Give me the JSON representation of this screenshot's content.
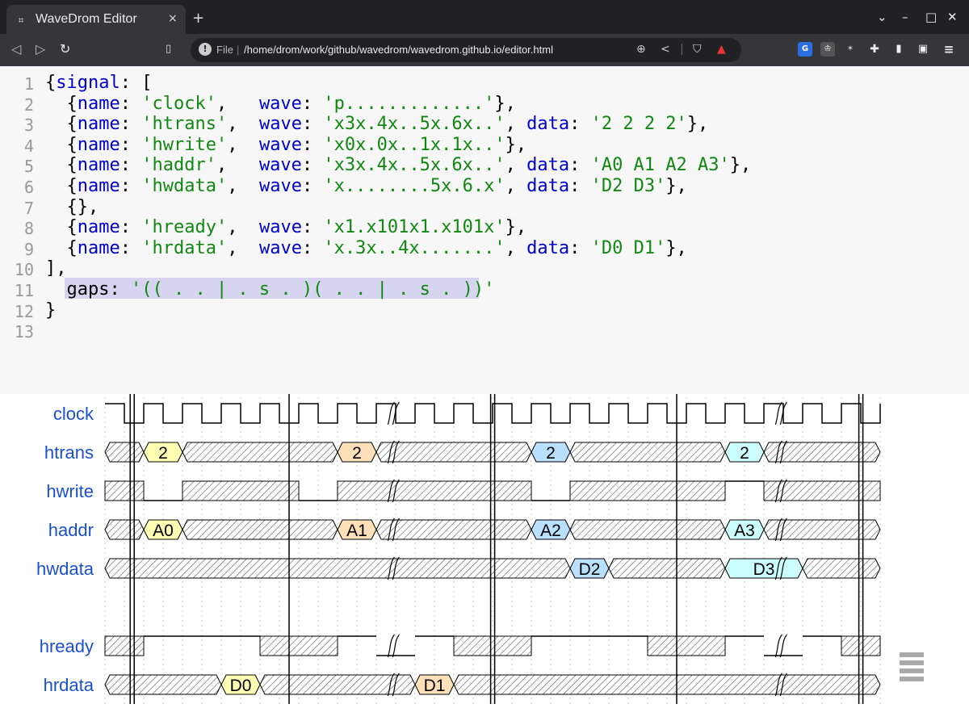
{
  "window": {
    "tab_title": "WaveDrom Editor",
    "tab_close": "×",
    "new_tab": "+",
    "controls": [
      "⌄",
      "–",
      "□",
      "✕"
    ]
  },
  "toolbar": {
    "back": "◁",
    "forward": "▷",
    "reload": "↻",
    "bookmark": "🔖",
    "scheme": "File",
    "url": "/home/drom/work/github/wavedrom/wavedrom.github.io/editor.html"
  },
  "editor": {
    "line_numbers": [
      "1",
      "2",
      "3",
      "4",
      "5",
      "6",
      "7",
      "8",
      "9",
      "10",
      "11",
      "12",
      "13"
    ],
    "lines": [
      [
        [
          "p",
          "{"
        ],
        [
          "k",
          "signal"
        ],
        [
          "p",
          ": ["
        ]
      ],
      [
        [
          "p",
          "  {"
        ],
        [
          "k",
          "name"
        ],
        [
          "p",
          ": "
        ],
        [
          "s",
          "'clock'"
        ],
        [
          "p",
          ",   "
        ],
        [
          "k",
          "wave"
        ],
        [
          "p",
          ": "
        ],
        [
          "s",
          "'p.............'"
        ],
        [
          "p",
          "},"
        ]
      ],
      [
        [
          "p",
          "  {"
        ],
        [
          "k",
          "name"
        ],
        [
          "p",
          ": "
        ],
        [
          "s",
          "'htrans'"
        ],
        [
          "p",
          ",  "
        ],
        [
          "k",
          "wave"
        ],
        [
          "p",
          ": "
        ],
        [
          "s",
          "'x3x.4x..5x.6x..'"
        ],
        [
          "p",
          ", "
        ],
        [
          "k",
          "data"
        ],
        [
          "p",
          ": "
        ],
        [
          "s",
          "'2 2 2 2'"
        ],
        [
          "p",
          "},"
        ]
      ],
      [
        [
          "p",
          "  {"
        ],
        [
          "k",
          "name"
        ],
        [
          "p",
          ": "
        ],
        [
          "s",
          "'hwrite'"
        ],
        [
          "p",
          ",  "
        ],
        [
          "k",
          "wave"
        ],
        [
          "p",
          ": "
        ],
        [
          "s",
          "'x0x.0x..1x.1x..'"
        ],
        [
          "p",
          "},"
        ]
      ],
      [
        [
          "p",
          "  {"
        ],
        [
          "k",
          "name"
        ],
        [
          "p",
          ": "
        ],
        [
          "s",
          "'haddr'"
        ],
        [
          "p",
          ",   "
        ],
        [
          "k",
          "wave"
        ],
        [
          "p",
          ": "
        ],
        [
          "s",
          "'x3x.4x..5x.6x..'"
        ],
        [
          "p",
          ", "
        ],
        [
          "k",
          "data"
        ],
        [
          "p",
          ": "
        ],
        [
          "s",
          "'A0 A1 A2 A3'"
        ],
        [
          "p",
          "},"
        ]
      ],
      [
        [
          "p",
          "  {"
        ],
        [
          "k",
          "name"
        ],
        [
          "p",
          ": "
        ],
        [
          "s",
          "'hwdata'"
        ],
        [
          "p",
          ",  "
        ],
        [
          "k",
          "wave"
        ],
        [
          "p",
          ": "
        ],
        [
          "s",
          "'x........5x.6.x'"
        ],
        [
          "p",
          ", "
        ],
        [
          "k",
          "data"
        ],
        [
          "p",
          ": "
        ],
        [
          "s",
          "'D2 D3'"
        ],
        [
          "p",
          "},"
        ]
      ],
      [
        [
          "p",
          "  {},"
        ]
      ],
      [
        [
          "p",
          "  {"
        ],
        [
          "k",
          "name"
        ],
        [
          "p",
          ": "
        ],
        [
          "s",
          "'hready'"
        ],
        [
          "p",
          ",  "
        ],
        [
          "k",
          "wave"
        ],
        [
          "p",
          ": "
        ],
        [
          "s",
          "'x1.x101x1.x101x'"
        ],
        [
          "p",
          "},"
        ]
      ],
      [
        [
          "p",
          "  {"
        ],
        [
          "k",
          "name"
        ],
        [
          "p",
          ": "
        ],
        [
          "s",
          "'hrdata'"
        ],
        [
          "p",
          ",  "
        ],
        [
          "k",
          "wave"
        ],
        [
          "p",
          ": "
        ],
        [
          "s",
          "'x.3x..4x.......'"
        ],
        [
          "p",
          ", "
        ],
        [
          "k",
          "data"
        ],
        [
          "p",
          ": "
        ],
        [
          "s",
          "'D0 D1'"
        ],
        [
          "p",
          "},"
        ]
      ],
      [
        [
          "p",
          "],"
        ]
      ],
      [
        [
          "p",
          "  "
        ],
        [
          "p",
          "gaps: "
        ],
        [
          "s",
          "'(( . . | . s . )( . . | . s . ))'"
        ]
      ],
      [
        [
          "p",
          "}"
        ]
      ],
      [
        [
          "p",
          ""
        ]
      ]
    ]
  },
  "diagram": {
    "signals": [
      "clock",
      "htrans",
      "hwrite",
      "haddr",
      "hwdata",
      "",
      "hready",
      "hrdata"
    ],
    "labels": {
      "htrans": [
        "2",
        "2",
        "2",
        "2"
      ],
      "haddr": [
        "A0",
        "A1",
        "A2",
        "A3"
      ],
      "hwdata": [
        "D2",
        "D3"
      ],
      "hrdata": [
        "D0",
        "D1"
      ]
    },
    "colors": {
      "label": "#1a4fcf",
      "yellow": "#ffffb4",
      "orange": "#ffe0b9",
      "blue": "#b9e0ff",
      "cyan": "#ccfdfe"
    }
  }
}
